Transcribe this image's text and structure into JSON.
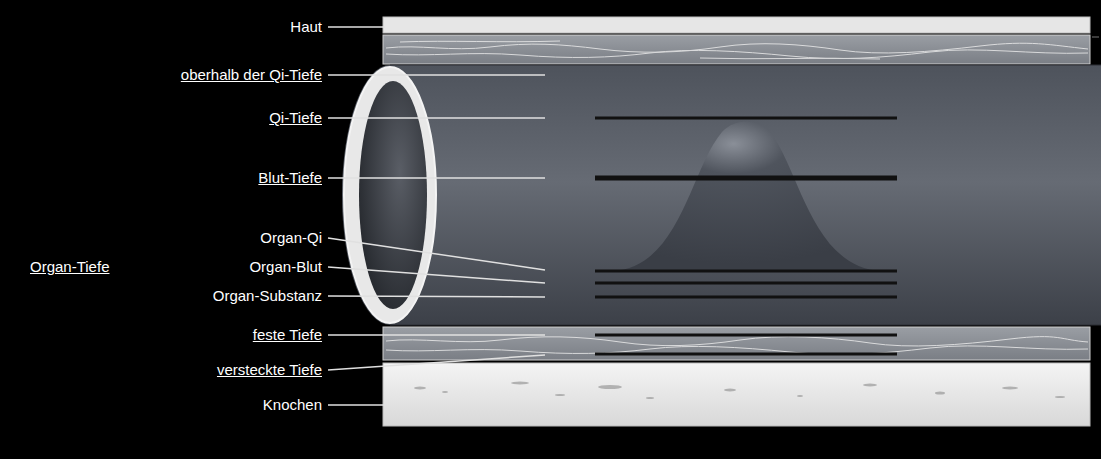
{
  "diagram": {
    "labels": [
      "Haut",
      "oberhalb der Qi-Tiefe",
      "Qi-Tiefe",
      "Blut-Tiefe",
      "Organ-Qi",
      "Organ-Tiefe",
      "Organ-Blut",
      "Organ-Substanz",
      "feste Tiefe",
      "versteckte Tiefe",
      "Knochen"
    ]
  }
}
